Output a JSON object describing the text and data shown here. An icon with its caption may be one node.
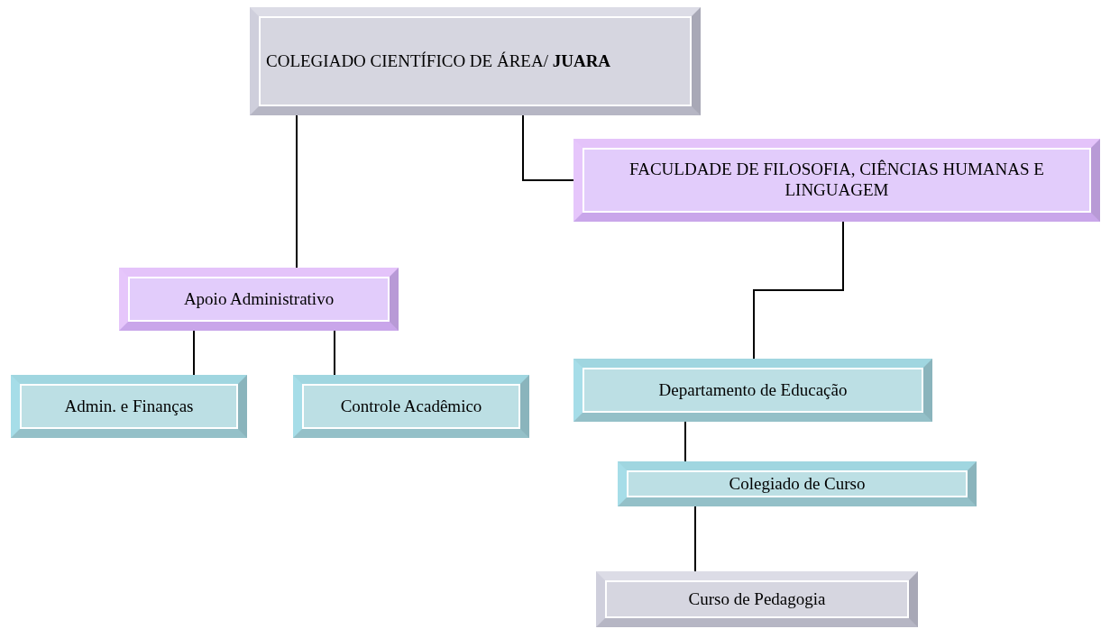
{
  "diagram": {
    "nodes": [
      {
        "text": [
          "COLEGIADO CIENTÍFICO DE ÁREA/ **JUARA**"
        ]
      },
      {
        "text": [
          "FACULDADE DE FILOSOFIA, CIÊNCIAS HUMANAS E LINGUAGEM"
        ]
      },
      {
        "text": [
          "Apoio Administrativo"
        ]
      },
      {
        "text": [
          "Admin. e Finanças"
        ]
      },
      {
        "text": [
          "Controle Acadêmico"
        ]
      },
      {
        "text": [
          "Departamento de Educação"
        ]
      },
      {
        "text": [
          "Colegiado de Curso"
        ]
      },
      {
        "text": [
          "Curso de Pedagogia"
        ]
      }
    ],
    "edges": [
      {
        "from": 0,
        "to": 2,
        "arrow": "none"
      },
      {
        "from": 0,
        "to": 1,
        "arrow": "none"
      },
      {
        "from": 2,
        "to": 3,
        "arrow": "none"
      },
      {
        "from": 2,
        "to": 4,
        "arrow": "none"
      },
      {
        "from": 1,
        "to": 5,
        "arrow": "none"
      },
      {
        "from": 5,
        "to": 6,
        "arrow": "none"
      },
      {
        "from": 6,
        "to": 7,
        "arrow": "none"
      }
    ]
  }
}
